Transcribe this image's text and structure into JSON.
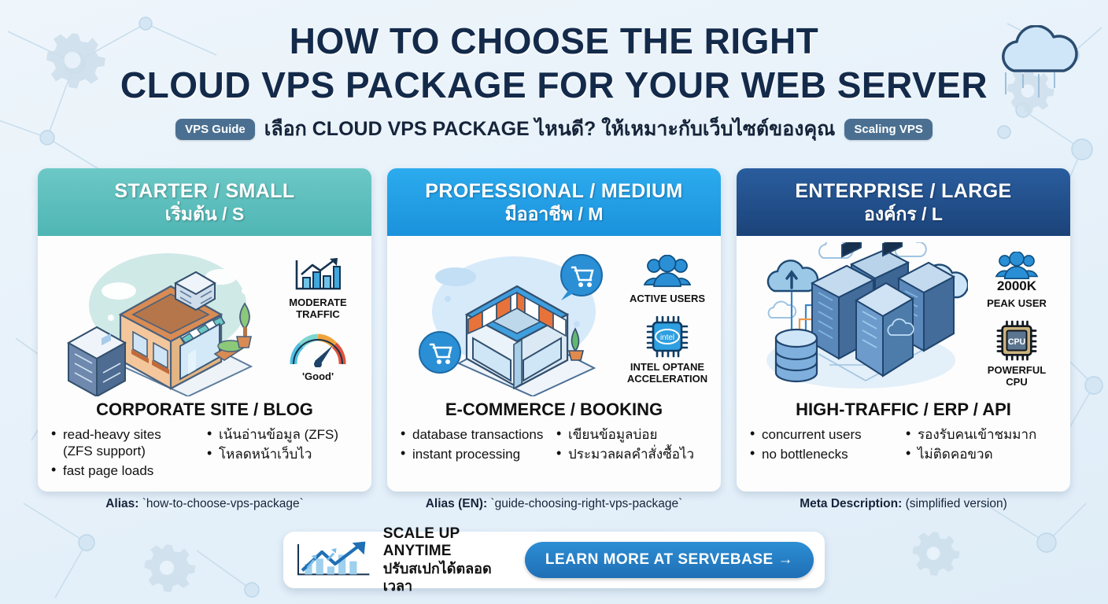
{
  "header": {
    "title_line1": "HOW TO CHOOSE THE RIGHT",
    "title_line2": "CLOUD VPS PACKAGE FOR YOUR WEB SERVER",
    "badge_left": "VPS Guide",
    "badge_right": "Scaling VPS",
    "subtitle": "เลือก CLOUD VPS PACKAGE ไหนดี? ให้เหมาะกับเว็บไซต์ของคุณ"
  },
  "colors": {
    "card1_header": "#5dbfbf",
    "card2_header": "#22a0e8",
    "card3_header": "#1f4e8c",
    "accent_blue": "#2d8ed4",
    "pill": "#4a6f91",
    "page_bg": "#e8f2fa",
    "title_navy": "#142a4a"
  },
  "cards": [
    {
      "head_en": "STARTER / SMALL",
      "head_th": "เริ่มต้น / S",
      "illustration": "isometric-storefront-with-server-rack",
      "icons": [
        {
          "name": "bar-chart-growth-icon",
          "value": "",
          "caption": "MODERATE\nTRAFFIC"
        },
        {
          "name": "gauge-meter-icon",
          "value": "",
          "caption": "'Good'"
        }
      ],
      "title": "CORPORATE SITE / BLOG",
      "bullets_en": [
        "read-heavy sites",
        "(ZFS support)",
        "fast page loads"
      ],
      "bullets_left": [
        {
          "text": "read-heavy sites",
          "sub": "(ZFS support)"
        },
        {
          "text": "fast page loads",
          "sub": ""
        }
      ],
      "bullets_right": [
        {
          "text": "เน้นอ่านข้อมูล (ZFS)",
          "sub": ""
        },
        {
          "text": "โหลดหน้าเว็บไว",
          "sub": ""
        }
      ],
      "caption": "Alias: `how-to-choose-vps-package`",
      "caption_label": "Alias:",
      "caption_value": "`how-to-choose-vps-package`"
    },
    {
      "head_en": "PROFESSIONAL / MEDIUM",
      "head_th": "มืออาชีพ / M",
      "illustration": "isometric-shop-with-cart-bubbles",
      "icons": [
        {
          "name": "users-group-icon",
          "value": "",
          "caption": "ACTIVE USERS"
        },
        {
          "name": "intel-chip-icon",
          "value": "",
          "caption": "INTEL OPTANE\nACCELERATION"
        }
      ],
      "title": "E-COMMERCE / BOOKING",
      "bullets_left": [
        {
          "text": "database transactions",
          "sub": ""
        },
        {
          "text": "instant processing",
          "sub": ""
        }
      ],
      "bullets_right": [
        {
          "text": "เขียนข้อมูลบ่อย",
          "sub": ""
        },
        {
          "text": "ประมวลผลคำสั่งซื้อไว",
          "sub": ""
        }
      ],
      "caption_label": "Alias (EN):",
      "caption_value": "`guide-choosing-right-vps-package`"
    },
    {
      "head_en": "ENTERPRISE / LARGE",
      "head_th": "องค์กร / L",
      "illustration": "isometric-datacenter-racks-clouds-database",
      "icons": [
        {
          "name": "users-group-icon",
          "value": "2000K",
          "caption": "PEAK USER"
        },
        {
          "name": "cpu-chip-icon",
          "value": "",
          "caption": "POWERFUL\nCPU"
        }
      ],
      "title": "HIGH-TRAFFIC / ERP / API",
      "bullets_left": [
        {
          "text": "concurrent users",
          "sub": ""
        },
        {
          "text": "no bottlenecks",
          "sub": ""
        }
      ],
      "bullets_right": [
        {
          "text": "รองรับคนเข้าชมมาก",
          "sub": ""
        },
        {
          "text": "ไม่ติดคอขวด",
          "sub": ""
        }
      ],
      "caption_label": "Meta Description:",
      "caption_value": "(simplified version)"
    }
  ],
  "cta": {
    "icon": "growth-arrow-chart-icon",
    "line_en": "SCALE UP ANYTIME",
    "line_th": "ปรับสเปกได้ตลอดเวลา",
    "button_label": "LEARN MORE AT SERVEBASE →"
  }
}
